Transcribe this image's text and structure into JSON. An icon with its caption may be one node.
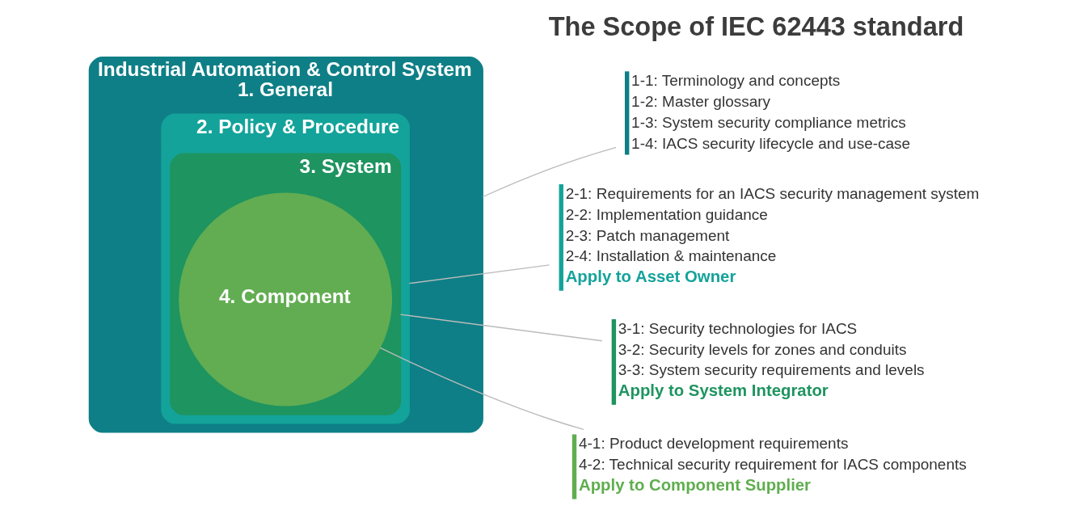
{
  "diagram": {
    "title": "The Scope of IEC 62443 standard",
    "nodes": [
      {
        "text": [
          "Industrial Automation & Control System",
          "1. General"
        ]
      },
      {
        "text": [
          "2. Policy & Procedure"
        ],
        "in": 0
      },
      {
        "text": [
          "3. System"
        ],
        "in": 1
      },
      {
        "text": [
          "4. Component"
        ],
        "in": 2
      },
      {
        "text": [
          "1-1: Terminology and concepts",
          "1-2: Master glossary",
          "1-3: System security compliance metrics",
          "1-4: IACS security lifecycle and use-case"
        ]
      },
      {
        "text": [
          "2-1: Requirements for an IACS security management system",
          "2-2: Implementation guidance",
          "2-3: Patch management",
          "2-4: Installation & maintenance",
          "Apply to Asset Owner"
        ]
      },
      {
        "text": [
          "3-1: Security technologies for IACS",
          "3-2: Security levels for zones and conduits",
          "3-3: System security requirements and levels",
          "Apply to System Integrator"
        ]
      },
      {
        "text": [
          "4-1: Product development requirements",
          "4-2: Technical security requirement for IACS components",
          "Apply to Component Supplier"
        ]
      }
    ],
    "edges": [
      {
        "from": 0,
        "to": 4,
        "arrow": "none"
      },
      {
        "from": 1,
        "to": 5,
        "arrow": "none"
      },
      {
        "from": 2,
        "to": 6,
        "arrow": "none"
      },
      {
        "from": 3,
        "to": 7,
        "arrow": "none"
      }
    ]
  }
}
